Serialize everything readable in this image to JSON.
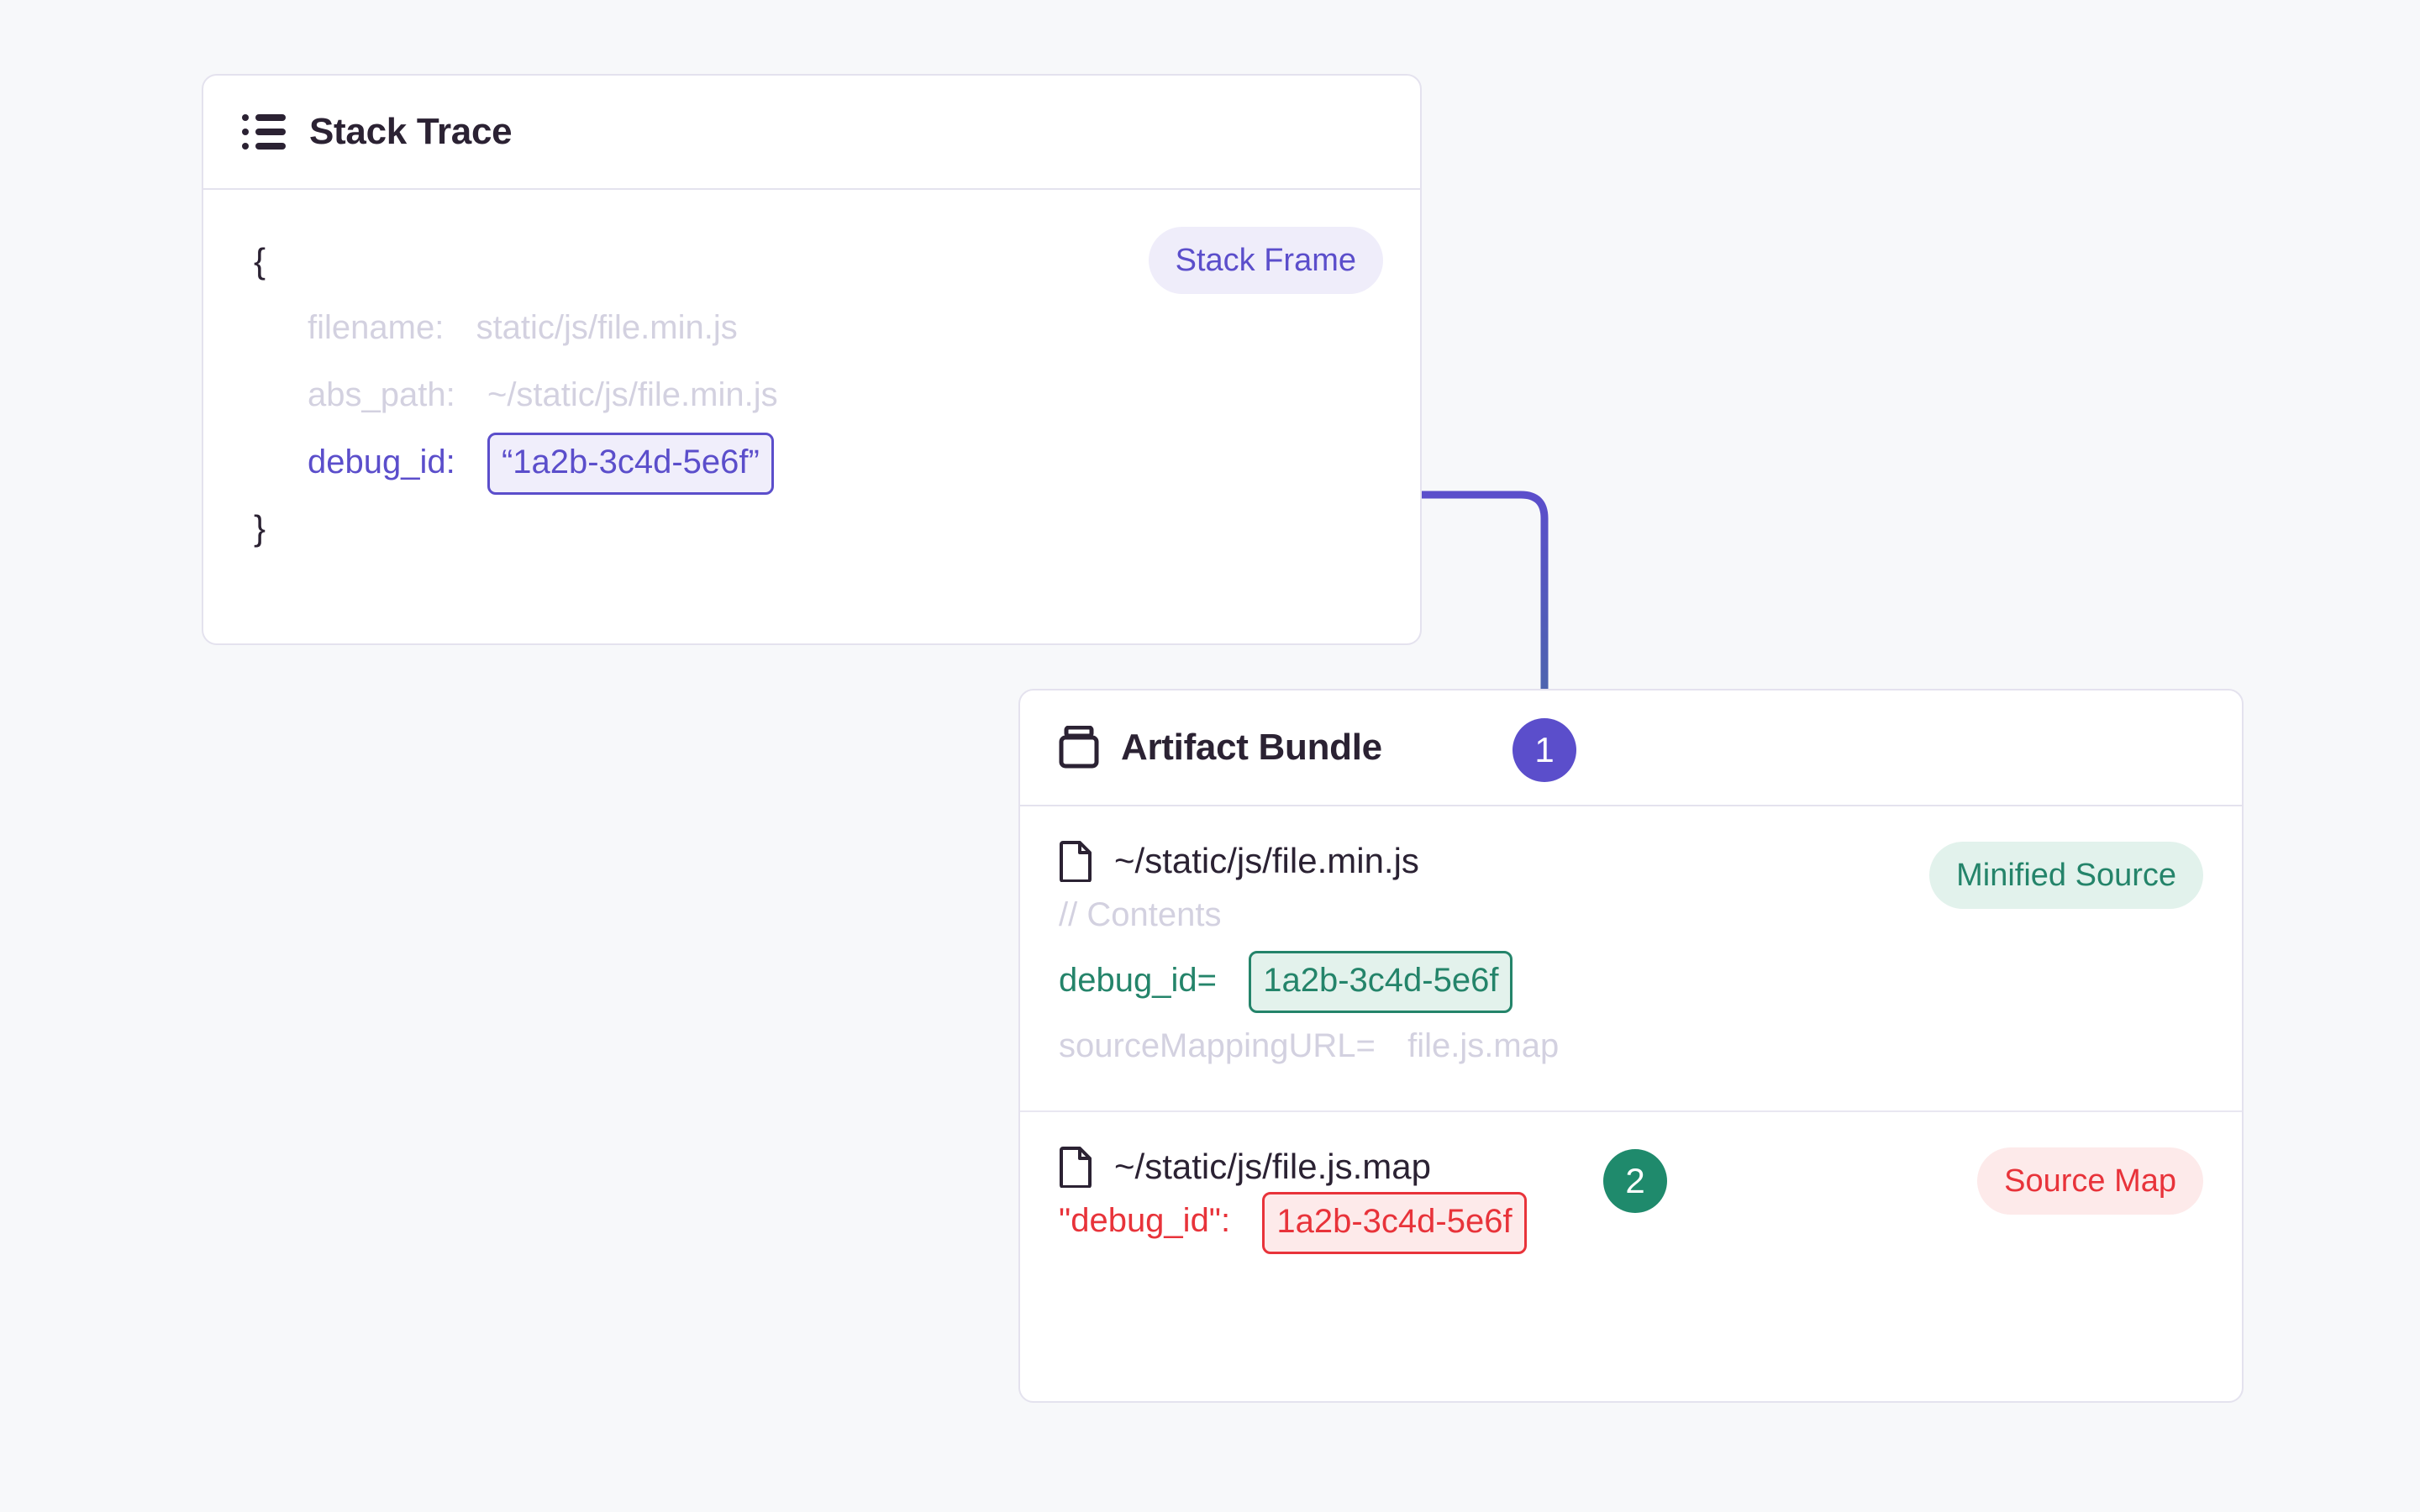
{
  "canvas": {
    "background": "#f7f8fa"
  },
  "colors": {
    "purple": "#5b4ecb",
    "purple_soft_bg": "#efedfa",
    "green": "#24846a",
    "green_soft_bg": "#e2f2ec",
    "green_step": "#1f8a6c",
    "red": "#e8333a",
    "red_soft_bg": "#fdeaea",
    "ink": "#2b2233",
    "muted": "#d3d1e0",
    "card_border": "#e4e2ee"
  },
  "stack_trace_card": {
    "icon": "list-icon",
    "title": "Stack Trace",
    "badge": "Stack Frame",
    "open_brace": "{",
    "close_brace": "}",
    "rows": [
      {
        "key": "filename:",
        "value": "static/js/file.min.js",
        "muted": true
      },
      {
        "key": "abs_path:",
        "value": "~/static/js/file.min.js",
        "muted": true
      }
    ],
    "debug_id_row": {
      "key": "debug_id:",
      "value": "“1a2b-3c4d-5e6f”"
    }
  },
  "artifact_bundle_card": {
    "icon": "jar-icon",
    "title": "Artifact Bundle",
    "minified_section": {
      "file_icon": "file-icon",
      "file_name": "~/static/js/file.min.js",
      "badge": "Minified Source",
      "comment": "// Contents",
      "debug_id_key": "debug_id=",
      "debug_id_value": "1a2b-3c4d-5e6f",
      "source_mapping_key": "sourceMappingURL=",
      "source_mapping_value": "file.js.map"
    },
    "sourcemap_section": {
      "file_icon": "file-icon",
      "file_name": "~/static/js/file.js.map",
      "badge": "Source Map",
      "debug_id_key": "\"debug_id\":",
      "debug_id_value": "1a2b-3c4d-5e6f"
    }
  },
  "steps": [
    {
      "label": "1",
      "color": "purple"
    },
    {
      "label": "2",
      "color": "green"
    }
  ]
}
